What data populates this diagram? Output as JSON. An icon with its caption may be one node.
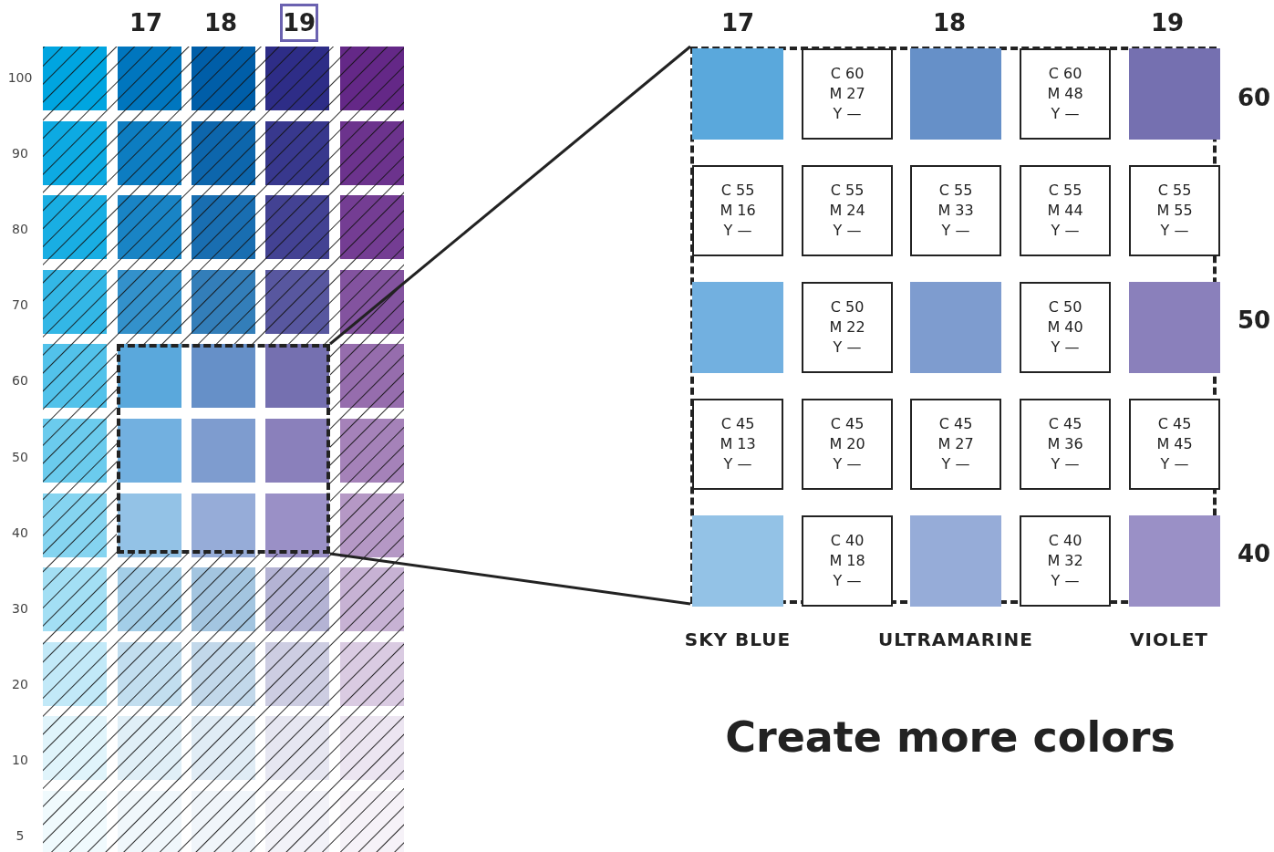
{
  "diagram": {
    "title": "Create more colors",
    "nodes": [
      {
        "text": [
          "19"
        ]
      },
      {
        "text": [],
        "shape": "box"
      },
      {
        "text": [],
        "shape": "box"
      },
      {
        "text": [],
        "shape": "box",
        "in": 2
      },
      {
        "text": [
          "C 60 M 27 Y —"
        ],
        "in": 2
      },
      {
        "text": [],
        "shape": "box",
        "in": 2
      },
      {
        "text": [
          "C 60 M 48 Y —"
        ],
        "in": 2
      },
      {
        "text": [],
        "shape": "box",
        "in": 2
      },
      {
        "text": [
          "C 55 M 16 Y —"
        ],
        "in": 2
      },
      {
        "text": [
          "C 55 M 24 Y —"
        ],
        "in": 2
      },
      {
        "text": [
          "C 55 M 33 Y —"
        ],
        "in": 2
      },
      {
        "text": [
          "C 55 M 44 Y —"
        ],
        "in": 2
      },
      {
        "text": [
          "C 55 M 55 Y —"
        ],
        "in": 2
      },
      {
        "text": [],
        "shape": "box",
        "in": 2
      },
      {
        "text": [
          "C 50 M 22 Y —"
        ],
        "in": 2
      },
      {
        "text": [],
        "shape": "box",
        "in": 2
      },
      {
        "text": [
          "C 50 M 40 Y —"
        ],
        "in": 2
      },
      {
        "text": [],
        "shape": "box",
        "in": 2
      },
      {
        "text": [
          "C 45 M 13 Y —"
        ],
        "in": 2
      },
      {
        "text": [
          "C 45 M 20 Y —"
        ],
        "in": 2
      },
      {
        "text": [
          "C 45 M 27 Y —"
        ],
        "in": 2
      },
      {
        "text": [
          "C 45 M 36 Y —"
        ],
        "in": 2
      },
      {
        "text": [
          "C 45 M 45 Y —"
        ],
        "in": 2
      },
      {
        "text": [],
        "shape": "box",
        "in": 2
      },
      {
        "text": [
          "C 40 M 18 Y —"
        ],
        "in": 2
      },
      {
        "text": [],
        "shape": "box",
        "in": 2
      },
      {
        "text": [
          "C 40 M 32 Y —"
        ],
        "in": 2
      },
      {
        "text": [],
        "shape": "box",
        "in": 2
      }
    ],
    "edges": [
      {
        "from": 1,
        "to": 2,
        "arrow": "none"
      },
      {
        "from": 1,
        "to": 2,
        "arrow": "none"
      }
    ],
    "labels": [
      "17",
      "18",
      "100",
      "90",
      "80",
      "70",
      "60",
      "50",
      "40",
      "30",
      "20",
      "10",
      "5",
      "17",
      "18",
      "19",
      "60",
      "50",
      "40",
      "SKY BLUE",
      "ULTRAMARINE",
      "VIOLET"
    ]
  }
}
